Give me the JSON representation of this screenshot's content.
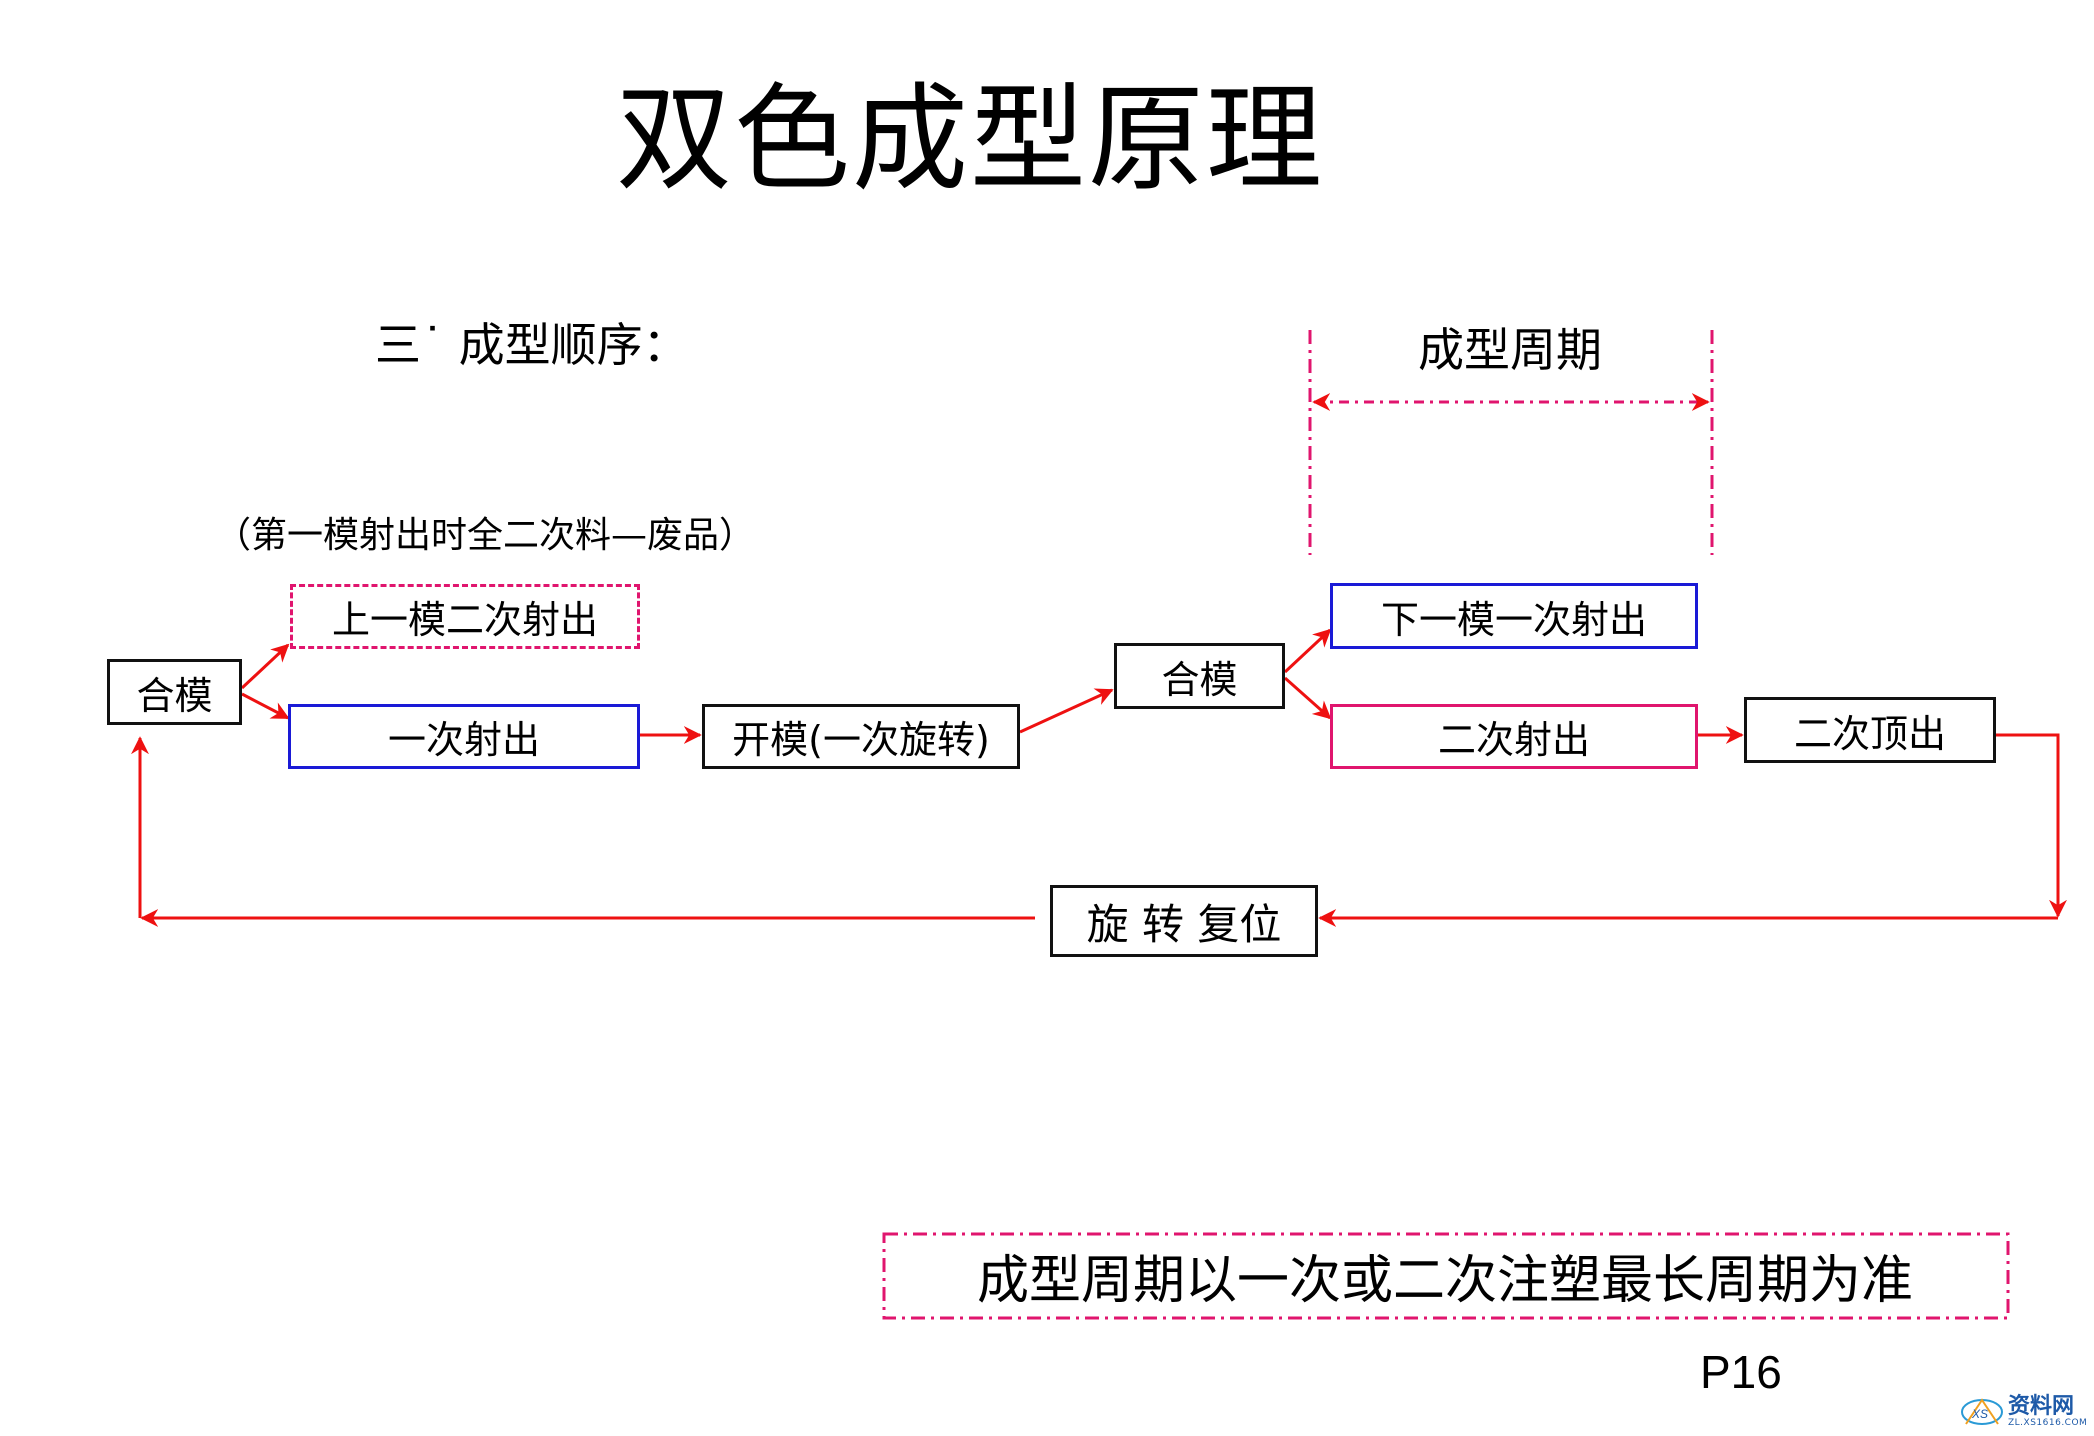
{
  "title": "双色成型原理",
  "section_heading": "三˙ 成型顺序：",
  "note": "（第一模射出时全二次料—废品）",
  "cycle_label": "成型周期",
  "boxes": {
    "close_mold_1": "合模",
    "prev_second_shot": "上一模二次射出",
    "first_shot": "一次射出",
    "open_mold_rotate": "开模(一次旋转)",
    "close_mold_2": "合模",
    "next_first_shot": "下一模一次射出",
    "second_shot": "二次射出",
    "second_eject": "二次顶出",
    "rotate_reset": "旋 转 复位"
  },
  "summary": "成型周期以一次或二次注塑最长周期为准",
  "page_number": "P16",
  "watermark": {
    "name": "资料网",
    "sub": "ZL.XS1616.COM",
    "mark": "XS"
  },
  "colors": {
    "arrow": "#ee1111",
    "blue": "#1a1ad6",
    "pink": "#e0156e",
    "black": "#111111"
  }
}
